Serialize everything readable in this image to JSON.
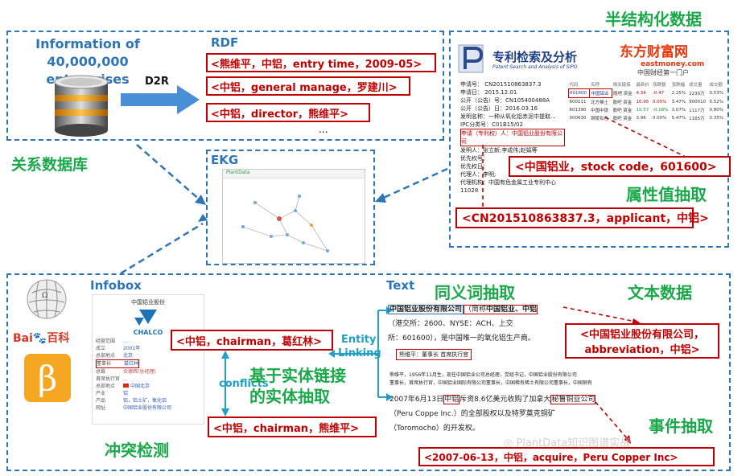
{
  "top_left": {
    "info_line1": "Information of",
    "info_line2": "40,000,000 enterprises",
    "d2r": "D2R",
    "rdf": "RDF",
    "triples": [
      "<熊维平，中铝，entry time，2009-05>",
      "<中铝，general manage，罗建川>",
      "<中铝，director，熊维平>"
    ],
    "ellipsis": "...",
    "db_label": "关系数据库"
  },
  "center": {
    "ekg": "EKG",
    "logo": "PlantData"
  },
  "top_right": {
    "title": "半结构化数据",
    "sipo_cn": "专利检索及分析",
    "sipo_en": "Patent Search and Analysis of SIPO",
    "em_cn": "东方财富网",
    "em_en": "eastmoney.com",
    "em_slogan": "中国财经第一门户",
    "patent_lines": [
      "申请号： CN201510863837.3",
      "申请日： 2015.12.01",
      "公开（公告）号：CN105400488A",
      "公开（公告）日：2016.03.16",
      "发明名称：一种从氧化铝赤泥中提取...",
      "IPC分类号：C01B15/02",
      "申请（专利权）人：中国铝业股份有限公司",
      "发明人：张立新;李成伟;赵娟等",
      "优先权号：",
      "优先权日：",
      "代理人：李明;",
      "代理机构：中国有色金属工业专利中心 11028"
    ],
    "stock_header": [
      "代码",
      "名称",
      "相关链接",
      "最新价",
      "涨跌额",
      "涨跌幅",
      "成交量",
      "成交额"
    ],
    "stock_rows": [
      [
        "601600",
        "中国铝业",
        "股吧 资金",
        "4.34",
        "-0.47",
        "2.25%",
        "2230万",
        "0.53%"
      ],
      [
        "600111",
        "北方稀土",
        "股吧 资金",
        "10.95",
        "0.05%",
        "3.47%",
        "900010",
        "0.52%"
      ],
      [
        "601390",
        "中国中铁",
        "股吧 资金",
        "10.57",
        "-0.18%",
        "3.07%",
        "1117万",
        "0.80%"
      ],
      [
        "000630",
        "铜陵有色",
        "股吧 资金",
        "3.96",
        "0.00%",
        "5.47%",
        "1165万",
        "0.35%"
      ]
    ],
    "box_stock": "<中国铝业，stock code，601600>",
    "attr_label": "属性值抽取",
    "box_applicant": "<CN201510863837.3，applicant，中铝>"
  },
  "bottom": {
    "infobox_title": "Infobox",
    "baidu": "百科",
    "baidu_logo": "Bai",
    "company_name": "中国铝业股份",
    "chalco": "CHALCO",
    "infobox_rows": [
      [
        "经营范围",
        "..."
      ],
      [
        "成立",
        "2001年"
      ],
      [
        "总部地点",
        "北京"
      ],
      [
        "董事长",
        "葛红林"
      ],
      [
        "总裁",
        "余德辉(总经理)"
      ],
      [
        "首席执行官",
        "..."
      ],
      [
        "总部地点",
        "中国北京"
      ],
      [
        "产业",
        "铝"
      ],
      [
        "产品",
        "铝，铝土矿，氧化铝"
      ],
      [
        "网址",
        "中国铝业股份有限公司"
      ]
    ],
    "box_chairman1": "<中铝，chairman，葛红林>",
    "entity_linking_1": "Entity",
    "entity_linking_2": "Linking",
    "conflicts": "conflicts",
    "el_label_1": "基于实体链接",
    "el_label_2": "的实体抽取",
    "box_chairman2": "<中铝，chairman，熊维平>",
    "conflict_label": "冲突检测",
    "text_title": "Text",
    "synonym_label": "同义词抽取",
    "text_data_label": "文本数据",
    "text_company": "中国铝业股份有限公司",
    "text_abbr_pre": "（简称",
    "text_abbr": "中国铝业、中铝",
    "text_line2": "（港交所：2600、NYSE：ACH、上交",
    "text_line3": "所：601600），是中国唯一的氧化铝生产商。",
    "text_person": "熊维平：董事长 首席执行官",
    "text_bio": [
      "熊维平，1956年11月生，现任中国铝业公司总经理，党组书记，中国铝业股份有限公司",
      "董事长，首席执行官，中国铝业国际有限公司董事长，中国稀有稀土有限公司董事长，中国铜有"
    ],
    "text_event_pre": "2007年6月13日",
    "text_event_mid": "中铝",
    "text_event_post": "斥资8.6亿美元收购了加拿大",
    "text_event_company": "秘鲁铜业公司",
    "text_event_line2": "（Peru Coppe Inc.）的全部股权以及特罗莫克铜矿",
    "text_event_line3": "（Toromocho）的开发权。",
    "box_abbr_1": "<中国铝业股份有限公司，",
    "box_abbr_2": "abbreviation，中铝>",
    "event_label": "事件抽取",
    "box_event": "<2007-06-13，中铝，acquire，Peru Copper Inc>",
    "watermark": "PlantData知识图谱实战"
  },
  "colors": {
    "panel_border": "#2e75b6",
    "red": "#c00000",
    "green": "#1aa84a",
    "teal": "#20a0c8"
  }
}
